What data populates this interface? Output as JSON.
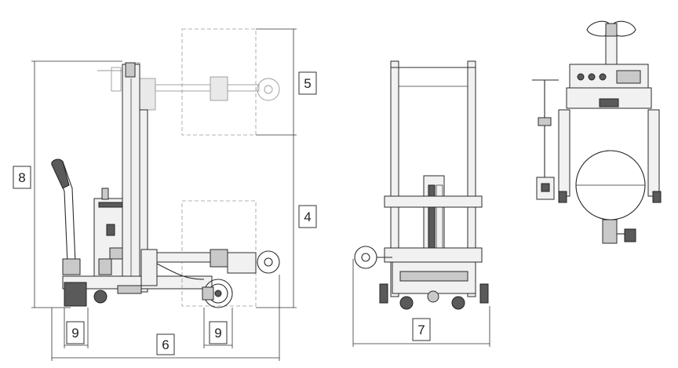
{
  "labels": {
    "label_5": "5",
    "label_4": "4",
    "label_8": "8",
    "label_9_left": "9",
    "label_9_right": "9",
    "label_6": "6",
    "label_7": "7"
  },
  "colors": {
    "line": "#2b2b2b",
    "ghost": "#9a9a9a",
    "background": "#ffffff"
  }
}
